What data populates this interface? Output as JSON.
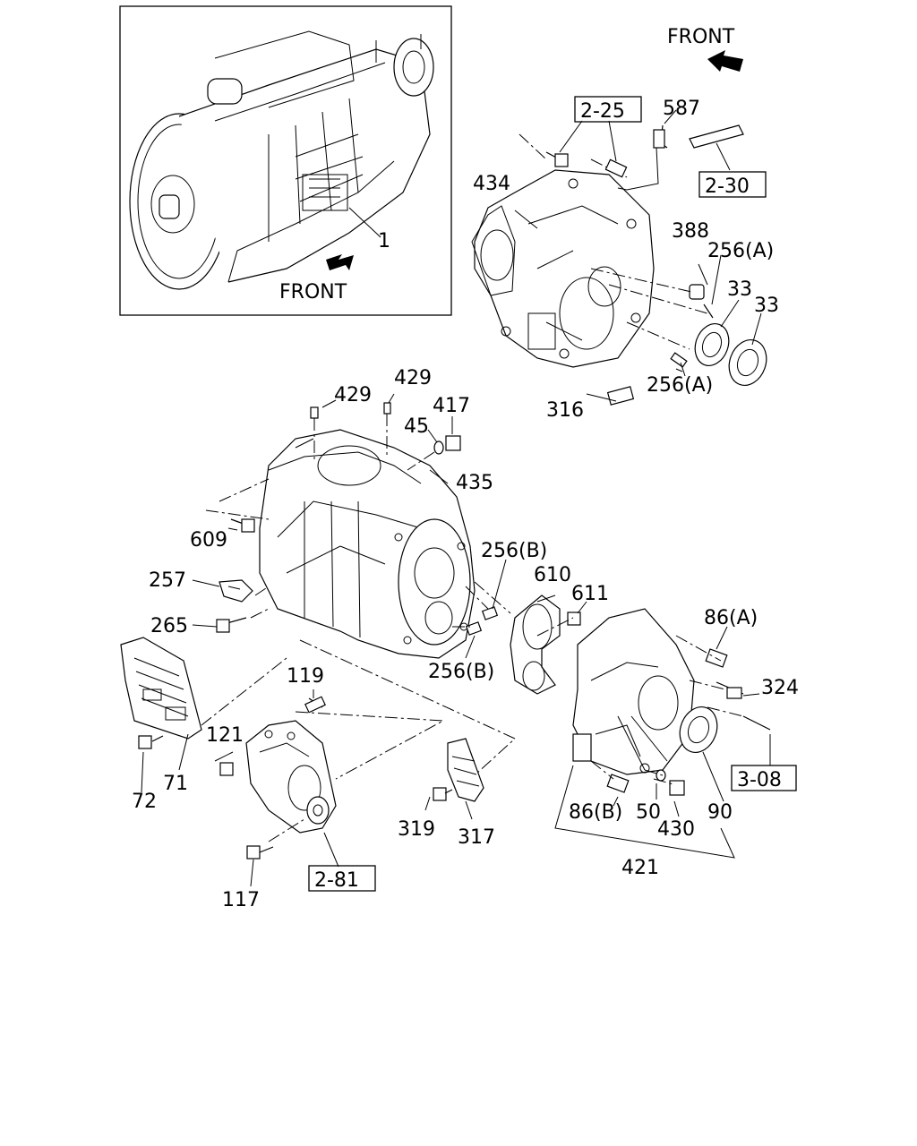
{
  "diagram": {
    "inset": {
      "part_number": "1",
      "front_label": "FRONT"
    },
    "front_label": "FRONT",
    "references": [
      {
        "id": "ref-2-25",
        "label": "2-25"
      },
      {
        "id": "ref-2-30",
        "label": "2-30"
      },
      {
        "id": "ref-2-81",
        "label": "2-81"
      },
      {
        "id": "ref-3-08",
        "label": "3-08"
      }
    ],
    "callouts": [
      {
        "id": "c587",
        "label": "587"
      },
      {
        "id": "c434",
        "label": "434"
      },
      {
        "id": "c388",
        "label": "388"
      },
      {
        "id": "c256a1",
        "label": "256(A)"
      },
      {
        "id": "c33a",
        "label": "33"
      },
      {
        "id": "c33b",
        "label": "33"
      },
      {
        "id": "c256a2",
        "label": "256(A)"
      },
      {
        "id": "c316",
        "label": "316"
      },
      {
        "id": "c429a",
        "label": "429"
      },
      {
        "id": "c429b",
        "label": "429"
      },
      {
        "id": "c417",
        "label": "417"
      },
      {
        "id": "c45",
        "label": "45"
      },
      {
        "id": "c435",
        "label": "435"
      },
      {
        "id": "c609",
        "label": "609"
      },
      {
        "id": "c256b1",
        "label": "256(B)"
      },
      {
        "id": "c610",
        "label": "610"
      },
      {
        "id": "c611",
        "label": "611"
      },
      {
        "id": "c257",
        "label": "257"
      },
      {
        "id": "c86a",
        "label": "86(A)"
      },
      {
        "id": "c265",
        "label": "265"
      },
      {
        "id": "c256b2",
        "label": "256(B)"
      },
      {
        "id": "c324",
        "label": "324"
      },
      {
        "id": "c119",
        "label": "119"
      },
      {
        "id": "c121",
        "label": "121"
      },
      {
        "id": "c90",
        "label": "90"
      },
      {
        "id": "c72",
        "label": "72"
      },
      {
        "id": "c71",
        "label": "71"
      },
      {
        "id": "c86b",
        "label": "86(B)"
      },
      {
        "id": "c50",
        "label": "50"
      },
      {
        "id": "c430",
        "label": "430"
      },
      {
        "id": "c319",
        "label": "319"
      },
      {
        "id": "c317",
        "label": "317"
      },
      {
        "id": "c421",
        "label": "421"
      },
      {
        "id": "c117",
        "label": "117"
      }
    ]
  }
}
